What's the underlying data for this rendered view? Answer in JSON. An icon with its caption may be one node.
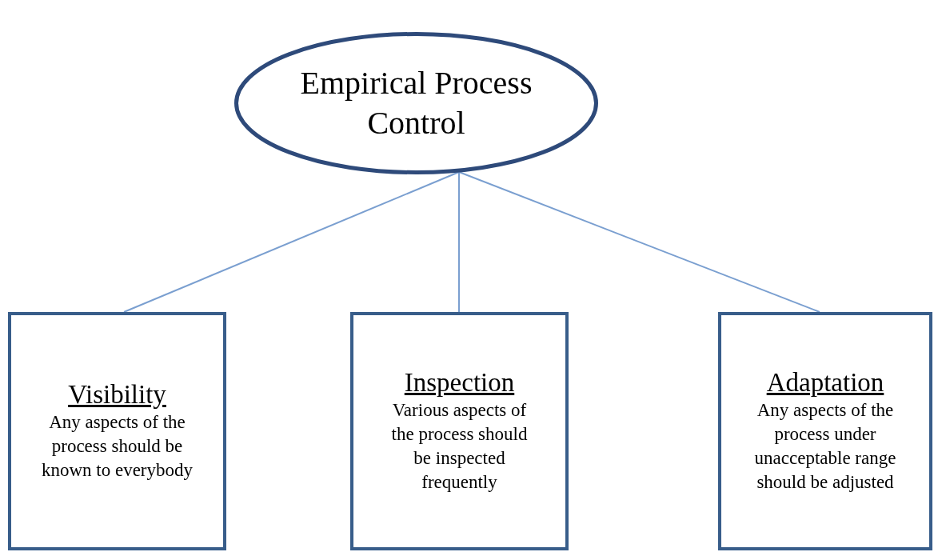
{
  "diagram": {
    "nodes": [
      {
        "text": [
          "Empirical Process Control"
        ]
      },
      {
        "text": [
          "Visibility",
          "Any aspects of the process should be known to everybody"
        ]
      },
      {
        "text": [
          "Inspection",
          "Various aspects of the process should be inspected frequently"
        ]
      },
      {
        "text": [
          "Adaptation",
          "Any aspects of the process under unacceptable range should be adjusted"
        ]
      }
    ],
    "edges": [
      {
        "from": 0,
        "to": 1,
        "arrow": "none"
      },
      {
        "from": 0,
        "to": 2,
        "arrow": "none"
      },
      {
        "from": 0,
        "to": 3,
        "arrow": "none"
      }
    ]
  }
}
